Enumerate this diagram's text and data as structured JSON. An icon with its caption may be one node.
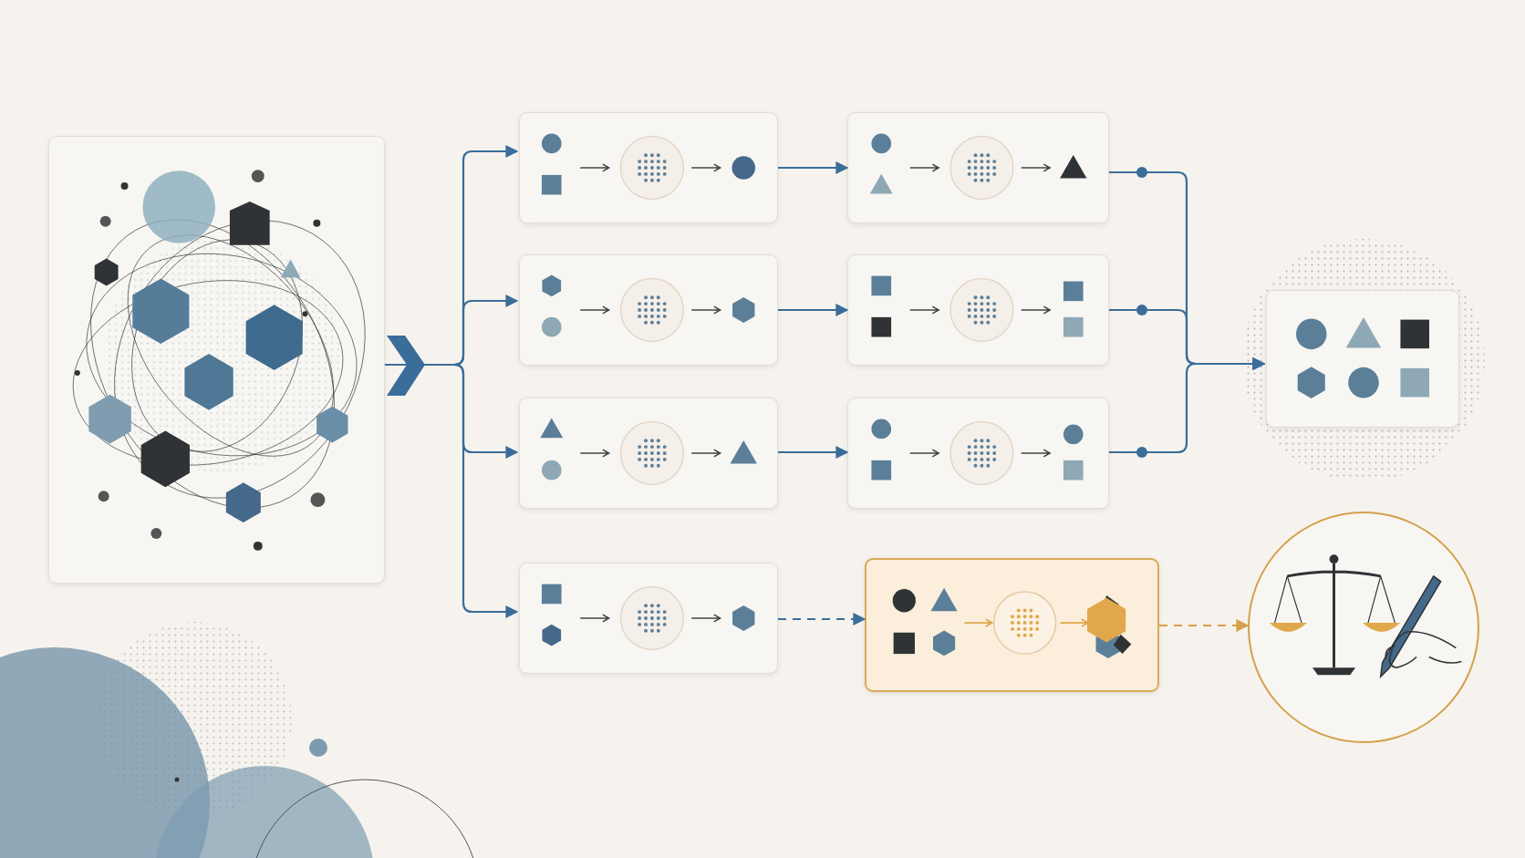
{
  "diagram": {
    "nodes": [
      {
        "text": [],
        "shape": "picture"
      },
      {
        "text": [],
        "shape": "box"
      },
      {
        "text": [],
        "shape": "box"
      },
      {
        "text": [],
        "shape": "box"
      },
      {
        "text": [],
        "shape": "box"
      },
      {
        "text": [],
        "shape": "box"
      },
      {
        "text": [],
        "shape": "box"
      },
      {
        "text": [],
        "shape": "box"
      },
      {
        "text": [],
        "shape": "box"
      },
      {
        "text": [],
        "shape": "box"
      },
      {
        "text": [],
        "shape": "picture"
      }
    ],
    "edges": [
      {
        "from": 0,
        "to": 1,
        "arrow": "to"
      },
      {
        "from": 0,
        "to": 3,
        "arrow": "to"
      },
      {
        "from": 0,
        "to": 5,
        "arrow": "to"
      },
      {
        "from": 0,
        "to": 7,
        "arrow": "to"
      },
      {
        "from": 1,
        "to": 2,
        "arrow": "to"
      },
      {
        "from": 3,
        "to": 4,
        "arrow": "to"
      },
      {
        "from": 5,
        "to": 6,
        "arrow": "to"
      },
      {
        "from": 7,
        "to": 8,
        "arrow": "to",
        "style": "dashed"
      },
      {
        "from": 2,
        "to": 9,
        "arrow": "to"
      },
      {
        "from": 4,
        "to": 9,
        "arrow": "to"
      },
      {
        "from": 6,
        "to": 9,
        "arrow": "to"
      },
      {
        "from": 8,
        "to": 10,
        "arrow": "to",
        "style": "dashed",
        "color": "#d4a04a"
      }
    ]
  }
}
